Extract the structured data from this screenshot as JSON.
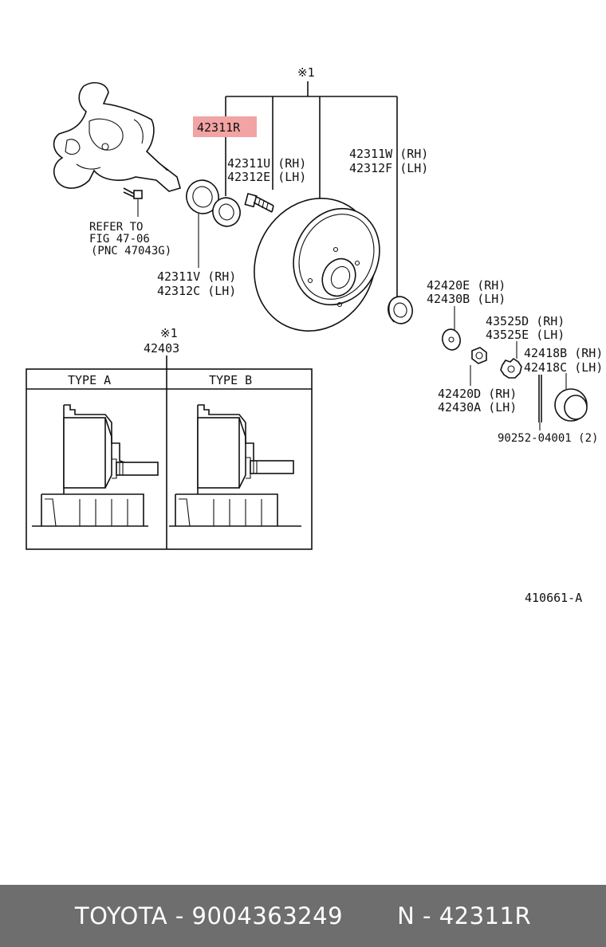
{
  "labels": {
    "group_mark_top": "※1",
    "highlight_part": "42311R",
    "knuckle_ref_line1": "REFER TO",
    "knuckle_ref_line2": "FIG 47-06",
    "knuckle_ref_line3": "(PNC 47043G)",
    "bearing_rh": "42311V (RH)",
    "bearing_lh": "42312C (LH)",
    "bolt_rh": "42311U (RH)",
    "bolt_lh": "42312E (LH)",
    "drum_rh": "42311W (RH)",
    "drum_lh": "42312F (LH)",
    "washer_rh": "42420E (RH)",
    "washer_lh": "42430B (LH)",
    "nut_rh": "42420D (RH)",
    "nut_lh": "42430A (LH)",
    "lock_rh": "43525D (RH)",
    "lock_lh": "43525E (LH)",
    "cap_rh": "42418B (RH)",
    "cap_lh": "42418C (LH)",
    "pin": "90252-04001 (2)",
    "group_mark_box": "※1",
    "box_part": "42403",
    "type_a": "TYPE A",
    "type_b": "TYPE B",
    "figure_id": "410661-A"
  },
  "footer": {
    "brand": "TOYOTA",
    "sep": " - ",
    "part_number": "9004363249",
    "gap": "       ",
    "ref_prefix": "N - ",
    "ref_number": "42311R"
  },
  "colors": {
    "highlight": "#f2a3a3",
    "footer_bg": "#6e6e6e"
  }
}
